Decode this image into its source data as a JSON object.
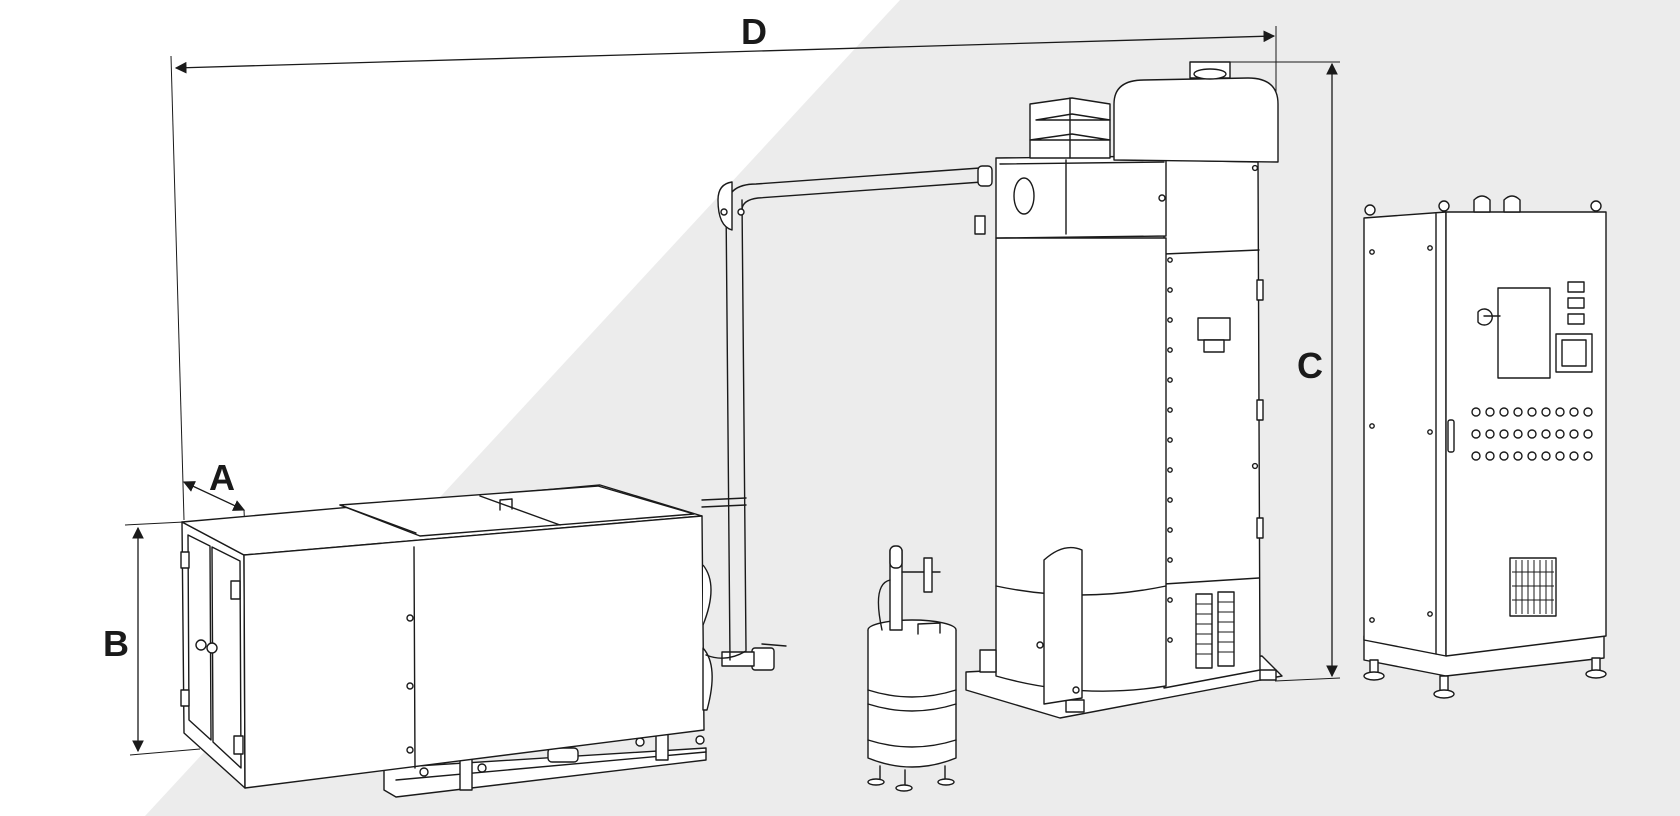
{
  "dimensions": {
    "a": "A",
    "b": "B",
    "c": "C",
    "d": "D"
  },
  "colors": {
    "background_light": "#ffffff",
    "background_shade": "#ececec",
    "line": "#1a1a1a"
  }
}
